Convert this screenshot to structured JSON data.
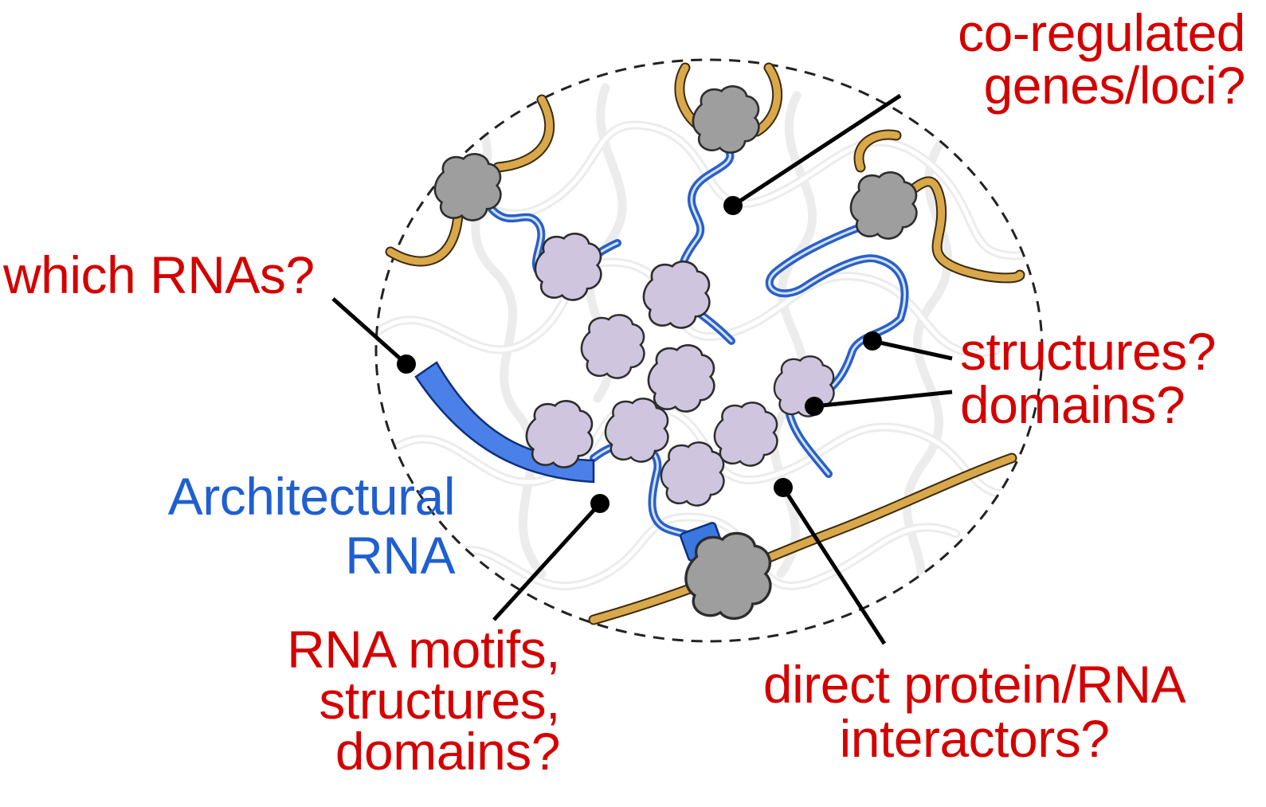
{
  "labels": {
    "coregulated_line1": "co-regulated",
    "coregulated_line2": "genes/loci?",
    "which_rnas": "which RNAs?",
    "structures_q": "structures?",
    "domains_q": "domains?",
    "architectural_line1": "Architectural",
    "architectural_line2": "RNA",
    "motifs_line1": "RNA motifs,",
    "motifs_line2": "structures,",
    "motifs_line3": "domains?",
    "interactors_line1": "direct protein/RNA",
    "interactors_line2": "interactors?"
  },
  "colors": {
    "question_text": "#d40000",
    "architectural_text": "#1f5fd0",
    "architectural_rna": "#4a80e8",
    "rna_strand": "#2b5fc6",
    "chromatin_fiber": "#d9a84a",
    "protein_lilac": "#cfc5df",
    "protein_grey": "#9e9e9e"
  },
  "icons": {
    "lilac_protein": "rna-binding-protein-icon",
    "grey_protein": "chromatin-protein-icon"
  }
}
